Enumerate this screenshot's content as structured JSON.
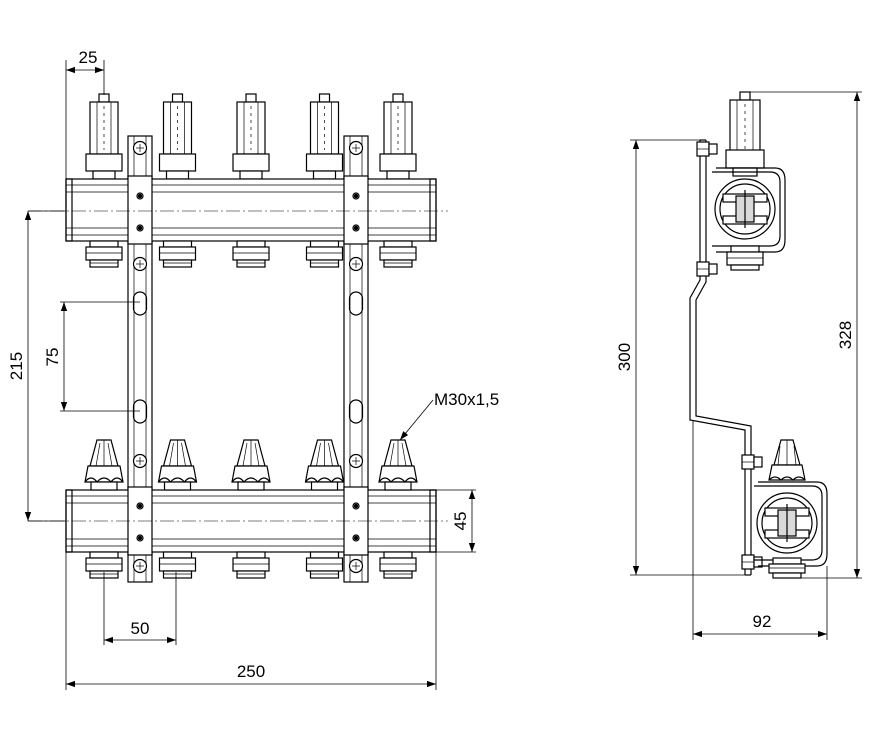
{
  "colors": {
    "line": "#000000",
    "background": "#ffffff",
    "shade": "#d9d9d9"
  },
  "front_view": {
    "outlet_count": 5,
    "dimensions": {
      "top_spacing": "25",
      "outlet_pitch": "50",
      "total_width": "250",
      "bar_distance": "215",
      "bracket_holes": "75",
      "bar_height": "45",
      "thread": "M30x1,5"
    }
  },
  "side_view": {
    "dimensions": {
      "bracket_height": "300",
      "total_height": "328",
      "depth": "92"
    }
  }
}
